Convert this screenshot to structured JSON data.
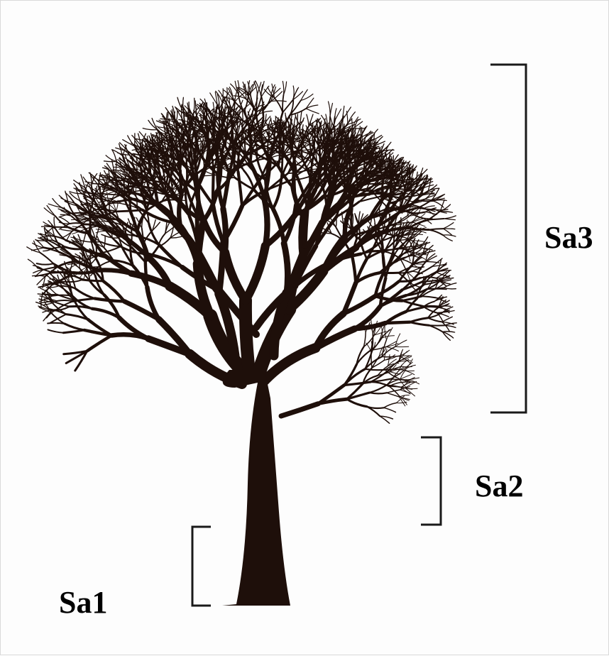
{
  "colors": {
    "tree": "#1e0f0a",
    "bracket": "#1a1a1a",
    "background": "#fdfdfd"
  },
  "labels": {
    "sa1": "Sa1",
    "sa2": "Sa2",
    "sa3": "Sa3"
  }
}
